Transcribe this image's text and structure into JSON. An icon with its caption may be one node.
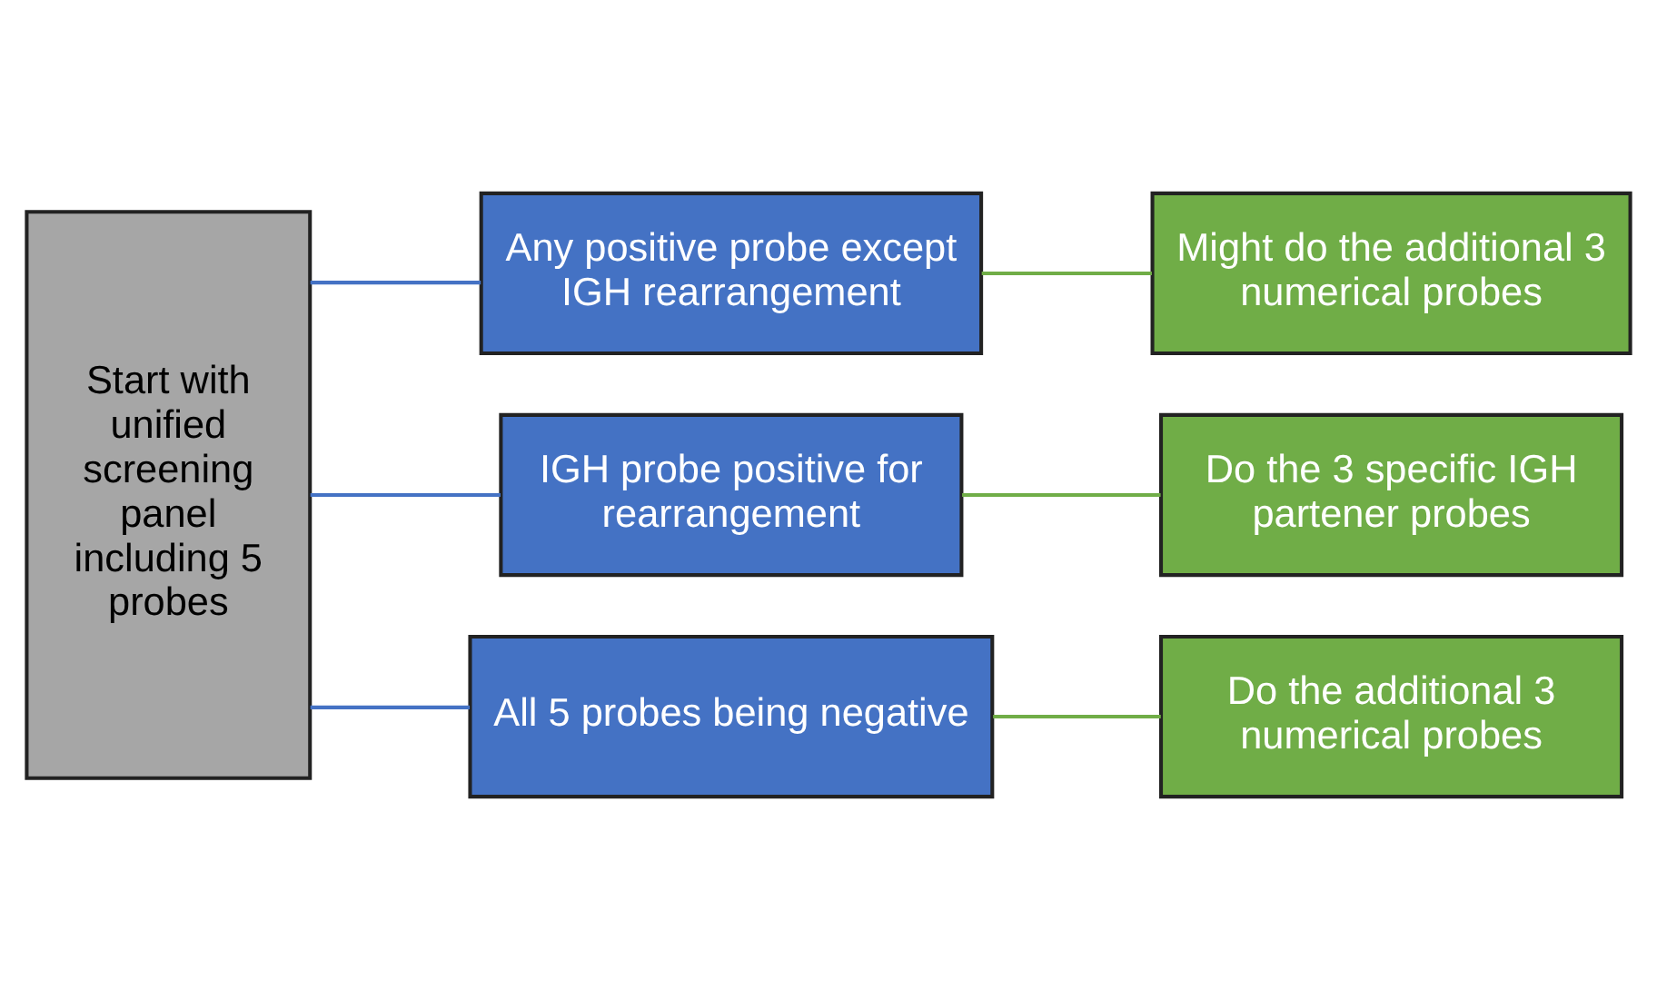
{
  "diagram": {
    "nodes": [
      {
        "text": [
          "Start with unified screening panel including 5 probes"
        ]
      },
      {
        "text": [
          "Any positive probe except IGH rearrangement"
        ]
      },
      {
        "text": [
          "IGH probe positive for rearrangement"
        ]
      },
      {
        "text": [
          "All 5 probes being negative"
        ]
      },
      {
        "text": [
          "Might do the additional 3 numerical probes"
        ]
      },
      {
        "text": [
          "Do the 3 specific IGH partener probes"
        ]
      },
      {
        "text": [
          "Do the additional 3 numerical probes"
        ]
      }
    ],
    "edges": [
      {
        "from": 0,
        "to": 1,
        "arrow": "none",
        "color": "#4472c4"
      },
      {
        "from": 0,
        "to": 2,
        "arrow": "none",
        "color": "#4472c4"
      },
      {
        "from": 0,
        "to": 3,
        "arrow": "none",
        "color": "#4472c4"
      },
      {
        "from": 1,
        "to": 4,
        "arrow": "none",
        "color": "#70ad47"
      },
      {
        "from": 2,
        "to": 5,
        "arrow": "none",
        "color": "#70ad47"
      },
      {
        "from": 3,
        "to": 6,
        "arrow": "none",
        "color": "#70ad47"
      }
    ]
  }
}
